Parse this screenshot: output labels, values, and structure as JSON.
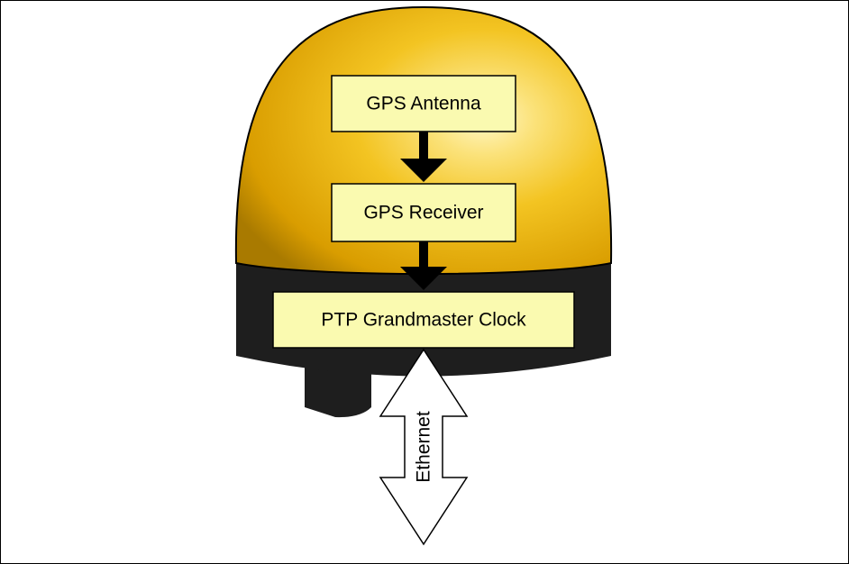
{
  "diagram": {
    "nodes": [
      {
        "id": "gps-antenna",
        "label": "GPS Antenna"
      },
      {
        "id": "gps-receiver",
        "label": "GPS Receiver"
      },
      {
        "id": "ptp-grandmaster-clock",
        "label": "PTP Grandmaster Clock"
      }
    ],
    "edges": [
      {
        "from": "gps-antenna",
        "to": "gps-receiver",
        "style": "black-arrow"
      },
      {
        "from": "gps-receiver",
        "to": "ptp-grandmaster-clock",
        "style": "black-arrow"
      }
    ],
    "connection": {
      "label": "Ethernet",
      "style": "double-headed-hollow-arrow"
    }
  },
  "colors": {
    "dome": "#f0b800",
    "dome_highlight": "#fff6c0",
    "box_fill": "#fafab0",
    "band": "#1e1e1e",
    "arrow": "#000000",
    "frame": "#000000"
  }
}
